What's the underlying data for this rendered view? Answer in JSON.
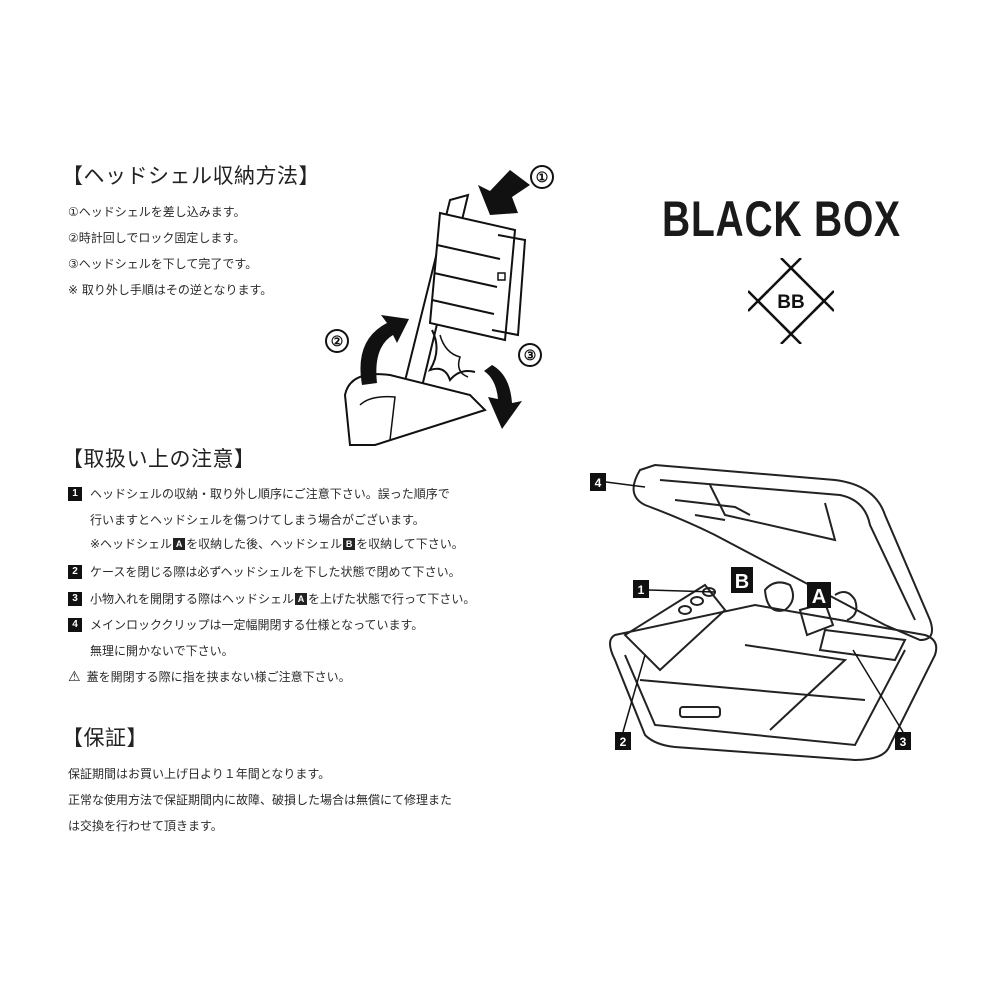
{
  "brand": {
    "name": "BLACK BOX",
    "emblem_text": "BB"
  },
  "storage_section": {
    "heading": "【ヘッドシェル収納方法】",
    "steps": [
      "①ヘッドシェルを差し込みます。",
      "②時計回しでロック固定します。",
      "③ヘッドシェルを下して完了です。",
      "※ 取り外し手順はその逆となります。"
    ],
    "diagram_callouts": [
      "①",
      "②",
      "③"
    ]
  },
  "caution_section": {
    "heading": "【取扱い上の注意】",
    "items": [
      {
        "number": "1",
        "lines": [
          "ヘッドシェルの収納・取り外し順序にご注意下さい。誤った順序で",
          "行いますとヘッドシェルを傷つけてしまう場合がございます。"
        ],
        "note_pre": "※ヘッドシェル",
        "note_badge_a": "A",
        "note_mid": "を収納した後、ヘッドシェル",
        "note_badge_b": "B",
        "note_post": "を収納して下さい。"
      },
      {
        "number": "2",
        "lines": [
          "ケースを閉じる際は必ずヘッドシェルを下した状態で閉めて下さい。"
        ]
      },
      {
        "number": "3",
        "text_pre": "小物入れを開閉する際はヘッドシェル",
        "badge": "A",
        "text_post": "を上げた状態で行って下さい。"
      },
      {
        "number": "4",
        "lines": [
          "メインロッククリップは一定幅開閉する仕様となっています。",
          "無理に開かないで下さい。"
        ]
      }
    ],
    "warning": {
      "icon": "warning-triangle-icon",
      "symbol": "⚠",
      "text": "蓋を開閉する際に指を挟まない様ご注意下さい。"
    }
  },
  "warranty_section": {
    "heading": "【保証】",
    "lines": [
      "保証期間はお買い上げ日より１年間となります。",
      "正常な使用方法で保証期間内に故障、破損した場合は無償にて修理また",
      "は交換を行わせて頂きます。"
    ]
  },
  "case_diagram": {
    "labels": [
      "1",
      "2",
      "3",
      "4"
    ],
    "slot_labels": [
      "A",
      "B"
    ]
  }
}
